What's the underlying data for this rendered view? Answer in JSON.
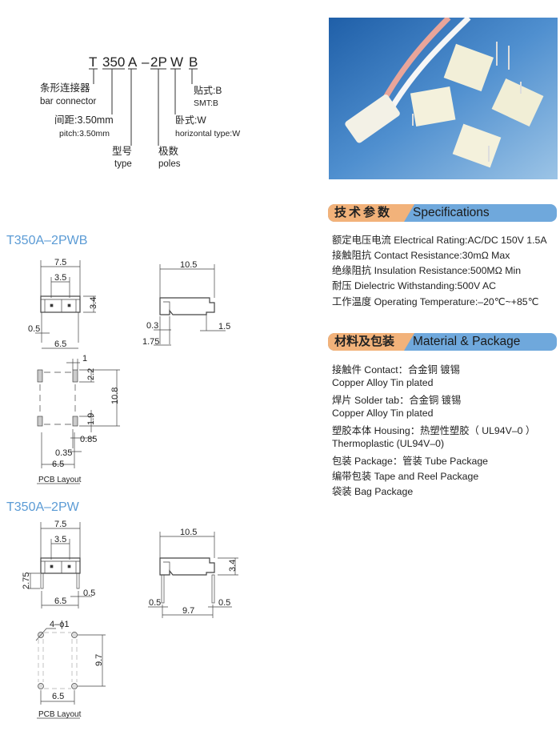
{
  "part_number": {
    "segments": [
      "T",
      "350",
      "A",
      "–",
      "2P",
      "W",
      "B"
    ],
    "labels": {
      "T_cn": "条形连接器",
      "T_en": "bar connector",
      "pitch_cn": "间距:3.50mm",
      "pitch_en": "pitch:3.50mm",
      "type_cn": "型号",
      "type_en": "type",
      "poles_cn": "极数",
      "poles_en": "poles",
      "smt_cn": "贴式:B",
      "smt_en": "SMT:B",
      "horiz_cn": "卧式:W",
      "horiz_en": "horizontal type:W"
    }
  },
  "specifications": {
    "title_cn": "技术参数",
    "title_en": "Specifications",
    "lines": [
      "额定电压电流 Electrical Rating:AC/DC 150V 1.5A",
      "接触阻抗 Contact Resistance:30mΩ Max",
      "绝缘阻抗 Insulation Resistance:500MΩ Min",
      "耐压 Dielectric Withstanding:500V AC",
      "工作温度 Operating Temperature:–20℃~+85℃"
    ]
  },
  "material": {
    "title_cn": "材料及包装",
    "title_en": "Material & Package",
    "lines": [
      "接触件 Contact：合金铜 镀锡",
      "Copper Alloy Tin plated",
      "焊片 Solder tab：合金铜 镀锡",
      "Copper Alloy Tin plated",
      "塑胶本体 Housing：热塑性塑胶（ UL94V–0 ）",
      "Thermoplastic (UL94V–0)",
      "包装 Package：管装 Tube Package",
      "编带包装 Tape and Reel Package",
      "袋装 Bag Package"
    ]
  },
  "models": [
    {
      "name": "T350A–2PWB",
      "dims": {
        "w": "7.5",
        "pitch": "3.5",
        "h": "3.4",
        "pin": "0.5",
        "span": "6.5",
        "len": "10.5",
        "a": "0.3",
        "b": "1.75",
        "c": "1.5",
        "pad_w": "1",
        "pad_h1": "2.2",
        "pcb_len": "10.8",
        "pad_h2": "1.9",
        "d1": "0.85",
        "d2": "0.35",
        "pcb_span": "6.5"
      },
      "pcb_label": "PCB Layout"
    },
    {
      "name": "T350A–2PW",
      "dims": {
        "w": "7.5",
        "pitch": "3.5",
        "pin_len": "2.75",
        "pin": "0.5",
        "span": "6.5",
        "len": "10.5",
        "h": "3.4",
        "pin_l": "0.5",
        "pin_r": "0.5",
        "pin_span": "9.7",
        "holes": "4–ϕ1",
        "pcb_len": "9.7",
        "pcb_span": "6.5"
      },
      "pcb_label": "PCB Layout"
    }
  ],
  "colors": {
    "title_blue": "#5b9bd5",
    "header_orange": "#f2b27a",
    "header_blue": "#6fa8dc"
  }
}
